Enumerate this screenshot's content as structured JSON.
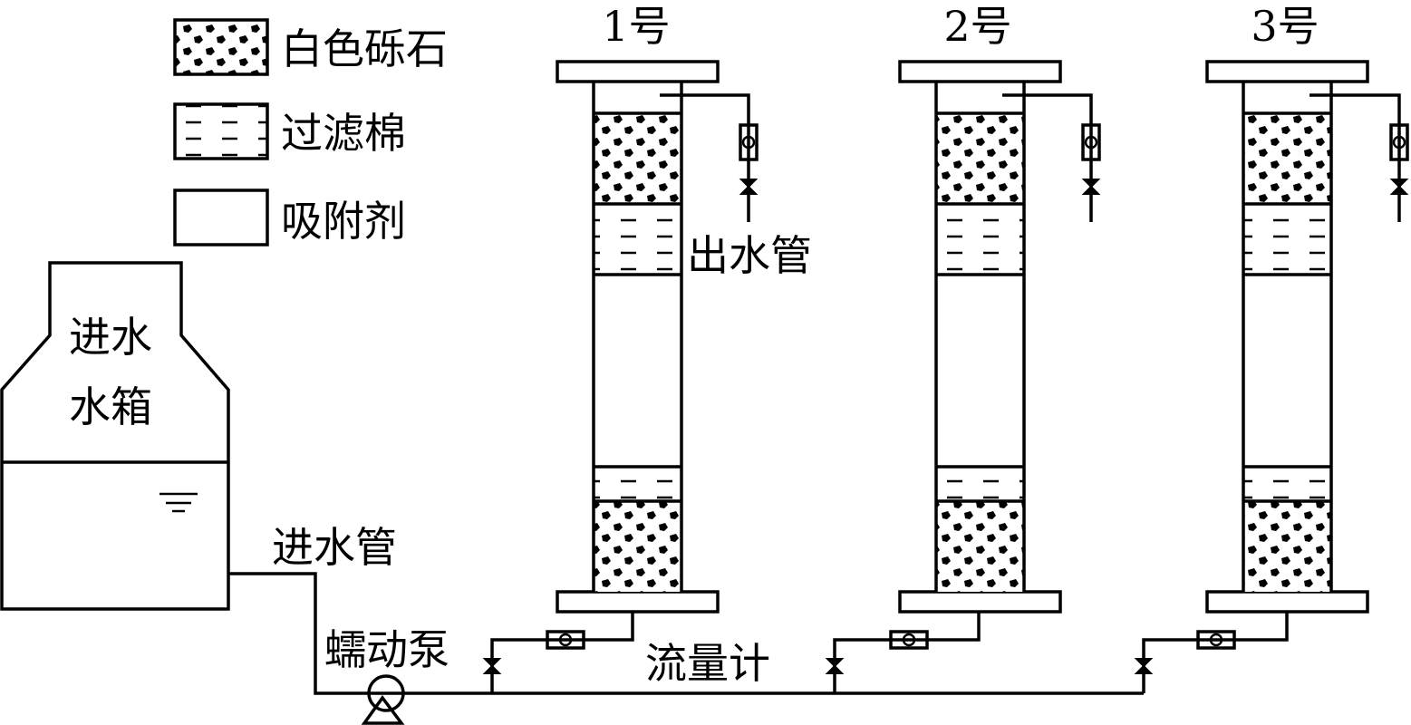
{
  "legend": {
    "gravel": "白色砾石",
    "cotton": "过滤棉",
    "adsorbent": "吸附剂"
  },
  "tank": {
    "label_line1": "进水",
    "label_line2": "水箱"
  },
  "labels": {
    "inlet_pipe": "进水管",
    "outlet_pipe": "出水管",
    "pump": "蠕动泵",
    "flowmeter": "流量计"
  },
  "columns": [
    {
      "label": "1号"
    },
    {
      "label": "2号"
    },
    {
      "label": "3号"
    }
  ]
}
